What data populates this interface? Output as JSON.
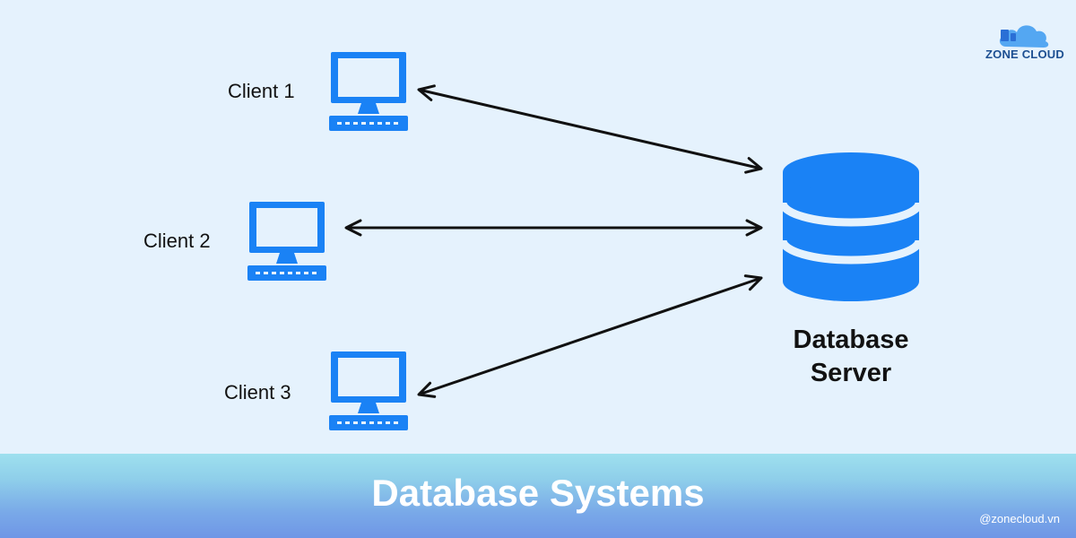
{
  "clients": [
    {
      "label": "Client 1"
    },
    {
      "label": "Client 2"
    },
    {
      "label": "Client 3"
    }
  ],
  "server": {
    "label_line1": "Database",
    "label_line2": "Server"
  },
  "banner": {
    "title": "Database Systems",
    "handle": "@zonecloud.vn"
  },
  "brand": {
    "name": "ZONE CLOUD",
    "icon": "cloud-icon"
  },
  "colors": {
    "background": "#e5f2fd",
    "accent": "#1a82f5",
    "arrow": "#111111",
    "banner_text": "#ffffff"
  },
  "icons": {
    "client": "computer-icon",
    "server": "database-icon",
    "connection": "double-arrow"
  }
}
